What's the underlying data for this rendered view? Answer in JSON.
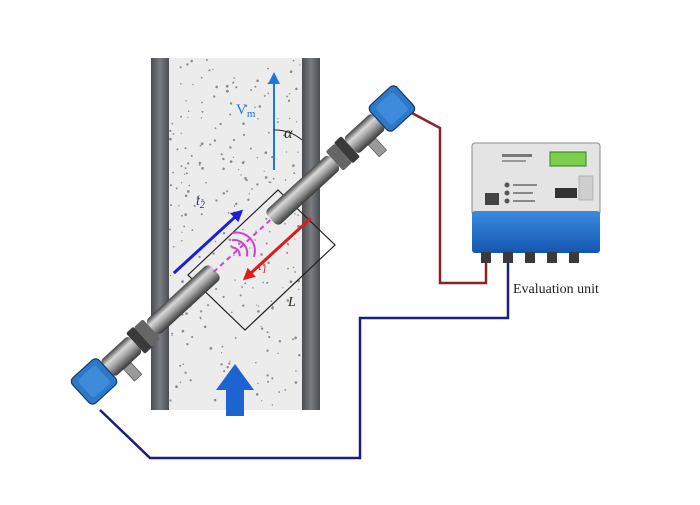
{
  "labels": {
    "velocity": "V",
    "velocity_sub": "m",
    "angle": "α",
    "t_up": "t",
    "t_up_sub": "2",
    "t_down": "t",
    "t_down_sub": "1",
    "length": "L",
    "evaluation_unit": "Evaluation unit"
  },
  "colors": {
    "pipe_wall": "#5f6266",
    "fluid": "#e8e8e8",
    "particles": "#8a8a8a",
    "sensor": "#2e78c8",
    "upstream_arrow": "#1a1fd0",
    "downstream_arrow": "#e01a1a",
    "signal_path": "#d040d0",
    "velocity_arrow": "#1e78d8",
    "flow_arrow": "#1e64d0",
    "cable_red": "#8a2424",
    "cable_blue": "#1d1d80",
    "unit_body": "#1e6fd0",
    "unit_face": "#e4e4e4",
    "display": "#7ad04a"
  },
  "icons": {
    "signal": "ultrasonic-wave-icon",
    "flow": "flow-direction-arrow-icon"
  }
}
